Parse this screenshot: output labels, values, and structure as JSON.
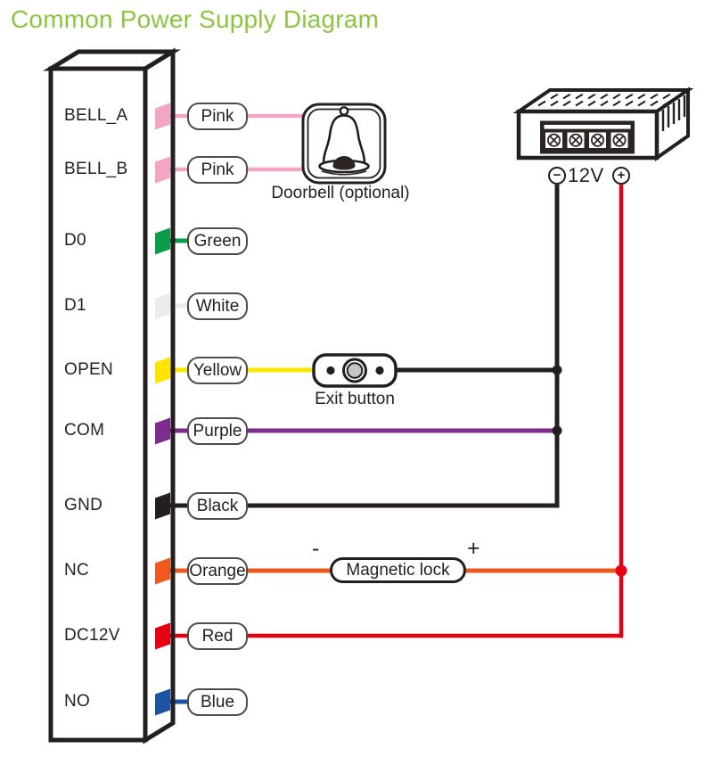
{
  "title": "Common Power Supply Diagram",
  "colors": {
    "title_green": "#8CC63F",
    "outline_black": "#231F20",
    "negative_wire": "#231F20",
    "positive_wire": "#E60012"
  },
  "device": {
    "terminals": [
      {
        "label": "BELL_A",
        "wire_label": "Pink",
        "color": "#F2A5C4"
      },
      {
        "label": "BELL_B",
        "wire_label": "Pink",
        "color": "#F2A5C4"
      },
      {
        "label": "D0",
        "wire_label": "Green",
        "color": "#0A9B4B"
      },
      {
        "label": "D1",
        "wire_label": "White",
        "color": "#ECECED"
      },
      {
        "label": "OPEN",
        "wire_label": "Yellow",
        "color": "#FFE400"
      },
      {
        "label": "COM",
        "wire_label": "Purple",
        "color": "#7E2B8E"
      },
      {
        "label": "GND",
        "wire_label": "Black",
        "color": "#231F20"
      },
      {
        "label": "NC",
        "wire_label": "Orange",
        "color": "#F0591E"
      },
      {
        "label": "DC12V",
        "wire_label": "Red",
        "color": "#E60012"
      },
      {
        "label": "NO",
        "wire_label": "Blue",
        "color": "#1C53A3"
      }
    ]
  },
  "doorbell": {
    "caption": "Doorbell (optional)"
  },
  "exit_button": {
    "caption": "Exit button"
  },
  "magnetic_lock": {
    "label": "Magnetic lock",
    "minus_sign": "-",
    "plus_sign": "+"
  },
  "power_supply": {
    "voltage": "12V",
    "minus_sign": "−",
    "plus_sign": "+"
  }
}
